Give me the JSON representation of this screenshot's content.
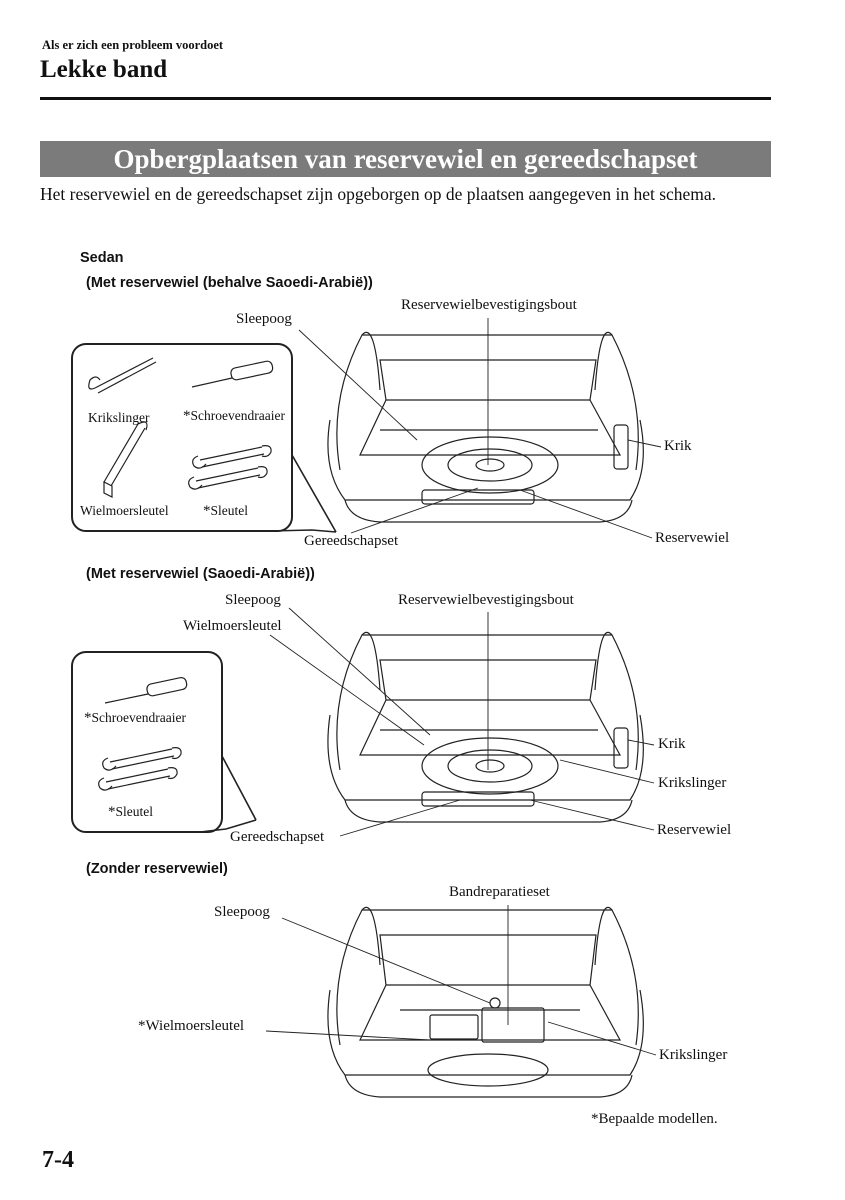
{
  "header": {
    "section": "Als er zich een probleem voordoet",
    "chapter": "Lekke band"
  },
  "heading": "Opbergplaatsen van reservewiel en gereedschapset",
  "intro": "Het reservewiel en de gereedschapset zijn opgeborgen op de plaatsen aangegeven in het schema.",
  "vehicle": "Sedan",
  "figure1": {
    "caption": "(Met reservewiel (behalve Saoedi-Arabië))",
    "labels": {
      "sleepoog": "Sleepoog",
      "bout": "Reservewielbevestigingsbout",
      "krik": "Krik",
      "reservewiel": "Reservewiel",
      "gereedschapset": "Gereedschapset"
    },
    "tools": {
      "krikslinger": "Krikslinger",
      "schroevendraaier": "Schroevendraaier",
      "wielmoersleutel": "Wielmoersleutel",
      "sleutel": "Sleutel"
    }
  },
  "figure2": {
    "caption": "(Met reservewiel (Saoedi-Arabië))",
    "labels": {
      "sleepoog": "Sleepoog",
      "wielmoersleutel": "Wielmoersleutel",
      "bout": "Reservewielbevestigingsbout",
      "krik": "Krik",
      "krikslinger": "Krikslinger",
      "reservewiel": "Reservewiel",
      "gereedschapset": "Gereedschapset"
    },
    "tools": {
      "schroevendraaier": "Schroevendraaier",
      "sleutel": "Sleutel"
    }
  },
  "figure3": {
    "caption": "(Zonder reservewiel)",
    "labels": {
      "bandreparatieset": "Bandreparatieset",
      "sleepoog": "Sleepoog",
      "wielmoersleutel": "Wielmoersleutel",
      "krikslinger": "Krikslinger"
    }
  },
  "asterisk": "*",
  "footnote": "Bepaalde modellen.",
  "page_number": "7-4"
}
